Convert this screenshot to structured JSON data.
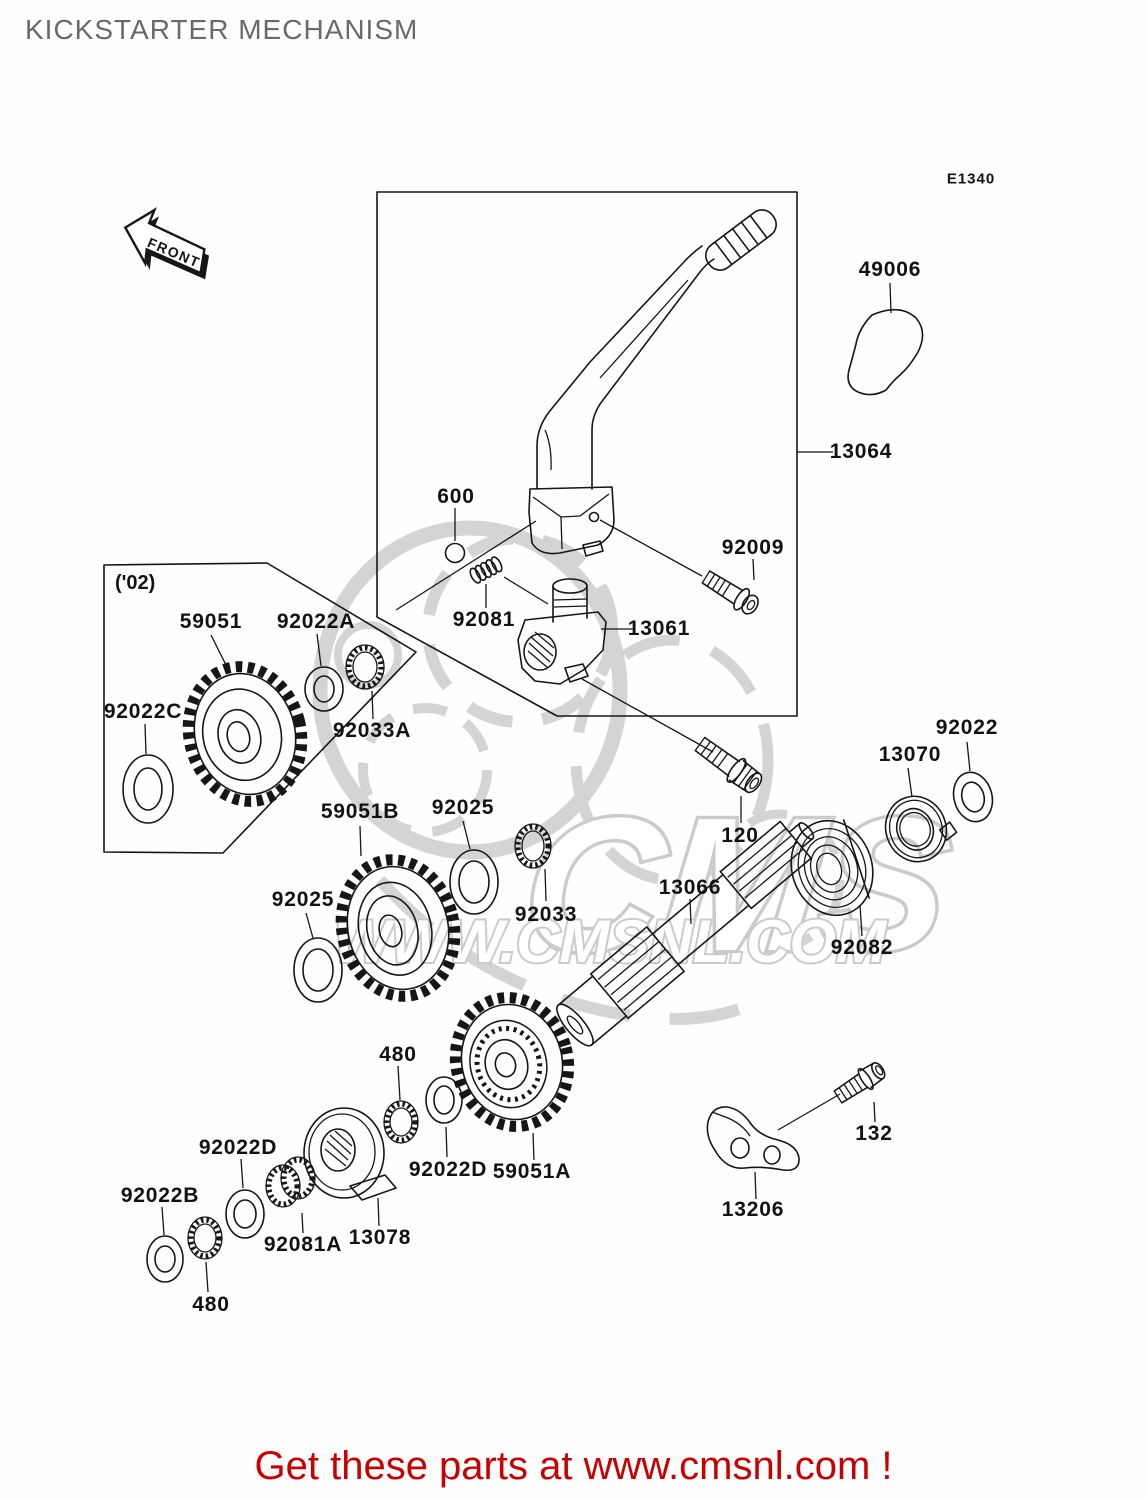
{
  "page": {
    "title": "KICKSTARTER MECHANISM",
    "diagram_code": "E1340",
    "front_arrow_label": "FRONT",
    "variant_note": "('02)",
    "footer_text": "Get these parts at www.cmsnl.com !"
  },
  "watermark": {
    "logo_text": "CMS",
    "site_text": "WWW.CMSNL.COM"
  },
  "colors": {
    "line": "#161616",
    "title_gray": "#6a6a6a",
    "footer_red": "#c80000",
    "watermark_gray": "#d4d4d4",
    "background": "#fefefe"
  },
  "parts": [
    {
      "label": "49006"
    },
    {
      "label": "13064"
    },
    {
      "label": "600"
    },
    {
      "label": "92009"
    },
    {
      "label": "92081"
    },
    {
      "label": "13061"
    },
    {
      "label": "59051"
    },
    {
      "label": "92022A"
    },
    {
      "label": "92022C"
    },
    {
      "label": "92033A"
    },
    {
      "label": "59051B"
    },
    {
      "label": "92025"
    },
    {
      "label": "92025"
    },
    {
      "label": "92033"
    },
    {
      "label": "13066"
    },
    {
      "label": "120"
    },
    {
      "label": "13070"
    },
    {
      "label": "92022"
    },
    {
      "label": "92082"
    },
    {
      "label": "480"
    },
    {
      "label": "92022D"
    },
    {
      "label": "59051A"
    },
    {
      "label": "13078"
    },
    {
      "label": "92081A"
    },
    {
      "label": "92022D"
    },
    {
      "label": "92022B"
    },
    {
      "label": "480"
    },
    {
      "label": "13206"
    },
    {
      "label": "132"
    }
  ]
}
